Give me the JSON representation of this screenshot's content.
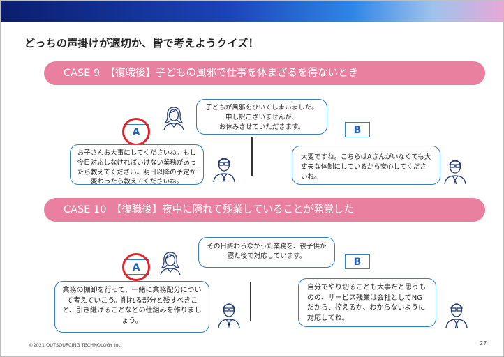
{
  "title": "どっちの声掛けが適切か、皆で考えようクイズ！",
  "colors": {
    "accent_pink": "#e9809f",
    "bubble_border": "#2f7fd0",
    "answer_ring": "#e8202a"
  },
  "cases": [
    {
      "bar": "CASE 9　【復職後】子どもの風邪で仕事を休まざるを得ないとき",
      "employee_bubble": "子どもが風邪をひいてしまいました。申し訳ございませんが、\nお休みさせていただきます。",
      "option_a_label": "A",
      "option_b_label": "B",
      "response_a": "お子さんお大事にしてくださいね。もし今日対応しなければいけない業務があったら教えてください。明日以降の予定が変わったら教えてくださいね。",
      "response_b": "大変ですね。こちらはAさんがいなくても大丈夫な体制にしているから安心してくださいね。",
      "correct": "A"
    },
    {
      "bar": "CASE 10　【復職後】夜中に隠れて残業していることが発覚した",
      "employee_bubble": "その日終わらなかった業務を、夜子供が寝た後で対応しています。",
      "option_a_label": "A",
      "option_b_label": "B",
      "response_a": "業務の棚卸を行って、一緒に業務配分について考えていこう。削れる部分と残すべきこと、引き継げることなどの仕組みを作りましょう。",
      "response_b": "自分でやり切ることも大事だと思うものの、サービス残業は会社としてNGだから、控えるか、わからないように対応してね。",
      "correct": "A"
    }
  ],
  "footer": "©2021 OUTSOURCING TECHNOLOGY  Inc.",
  "page_number": "27",
  "icons": [
    "female-employee-icon",
    "male-manager-icon"
  ]
}
